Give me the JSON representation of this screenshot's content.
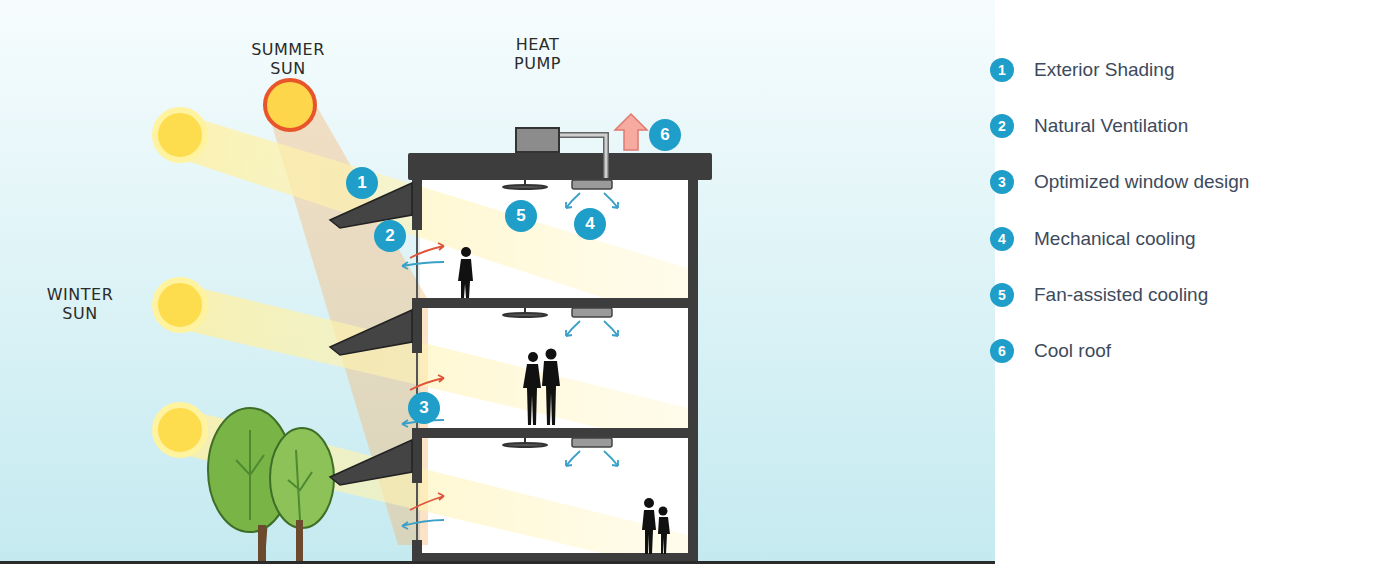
{
  "diagram": {
    "nodes": [
      {
        "text": [
          "HEAT PUMP"
        ]
      }
    ],
    "labels": [
      "SUMMER SUN",
      "WINTER SUN",
      "1",
      "2",
      "3",
      "4",
      "5",
      "6",
      "1",
      "2",
      "3",
      "4",
      "5",
      "6"
    ],
    "legend": [
      {
        "text": "Exterior Shading",
        "color": "#1e9ec8"
      },
      {
        "text": "Natural Ventilation",
        "color": "#1e9ec8"
      },
      {
        "text": "Optimized window design",
        "color": "#1e9ec8"
      },
      {
        "text": "Mechanical cooling",
        "color": "#1e9ec8"
      },
      {
        "text": "Fan-assisted cooling",
        "color": "#1e9ec8"
      },
      {
        "text": "Cool roof",
        "color": "#1e9ec8"
      }
    ]
  }
}
